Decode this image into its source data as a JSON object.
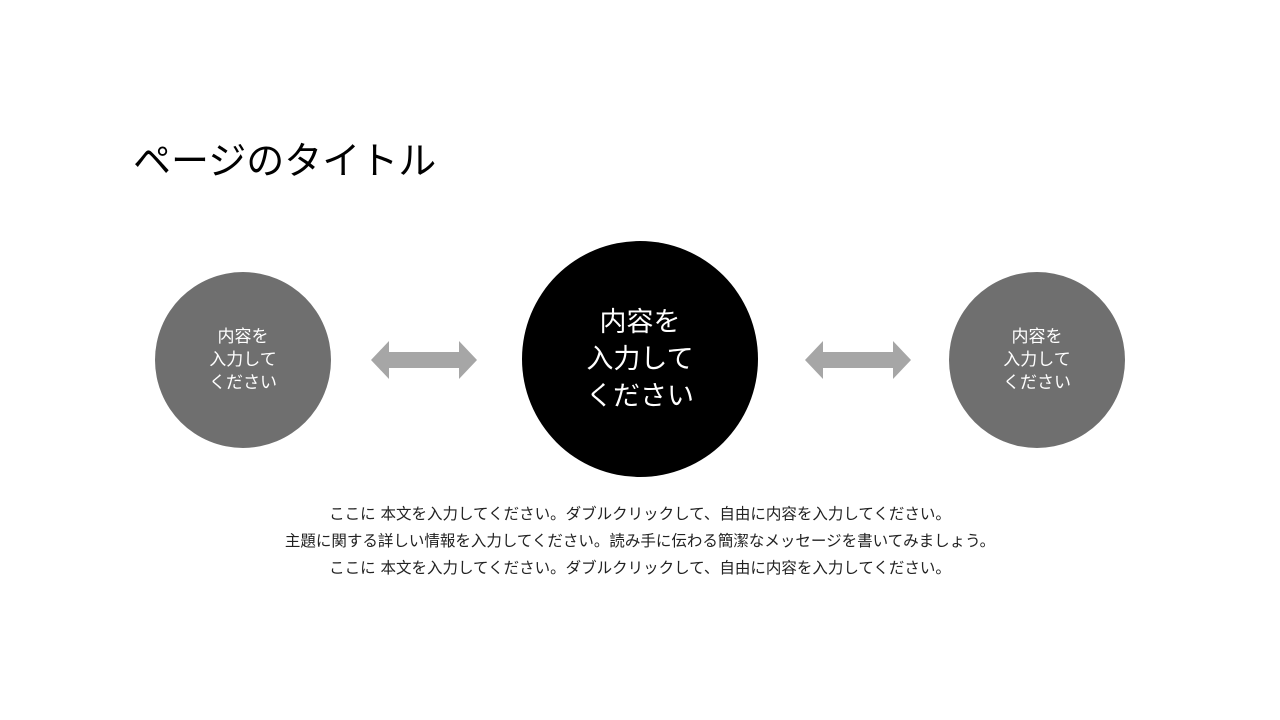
{
  "page": {
    "title": "ページのタイトル"
  },
  "diagram": {
    "circles": [
      {
        "label": "内容を\n入力して\nください",
        "color": "#6f6f6f"
      },
      {
        "label": "内容を\n入力して\nください",
        "color": "#000000"
      },
      {
        "label": "内容を\n入力して\nください",
        "color": "#6f6f6f"
      }
    ],
    "arrows": [
      {
        "type": "double-arrow",
        "color": "#a6a6a6"
      },
      {
        "type": "double-arrow",
        "color": "#a6a6a6"
      }
    ]
  },
  "body": {
    "lines": [
      "ここに 本文を入力してください。ダブルクリックして、自由に内容を入力してください。",
      "主題に関する詳しい情報を入力してください。読み手に伝わる簡潔なメッセージを書いてみましょう。",
      "ここに 本文を入力してください。ダブルクリックして、自由に内容を入力してください。"
    ]
  }
}
